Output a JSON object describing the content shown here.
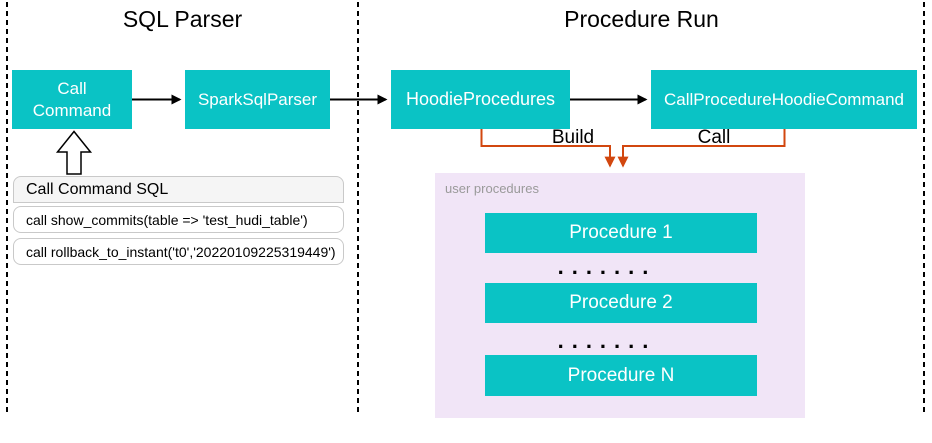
{
  "diagram": {
    "sections": [
      {
        "title": "SQL Parser"
      },
      {
        "title": "Procedure Run"
      }
    ],
    "nodes": {
      "call_command": "Call Command",
      "spark_sql_parser": "SparkSqlParser",
      "hoodie_procedures": "HoodieProcedures",
      "call_procedure_hoodie_command": "CallProcedureHoodieCommand"
    },
    "edges": {
      "build_label": "Build",
      "call_label": "Call"
    },
    "sql_panel": {
      "header": "Call Command SQL",
      "rows": [
        "call show_commits(table => 'test_hudi_table')",
        "call rollback_to_instant('t0','20220109225319449')"
      ]
    },
    "procedures_panel": {
      "label": "user procedures",
      "items": [
        "Procedure 1",
        "Procedure 2",
        "Procedure N"
      ],
      "ellipsis": "......."
    },
    "colors": {
      "teal": "#0ac3c5",
      "accent_orange": "#d2470f",
      "panel_pink": "#f1e5f7",
      "panel_header_gray": "#f5f5f5"
    }
  }
}
